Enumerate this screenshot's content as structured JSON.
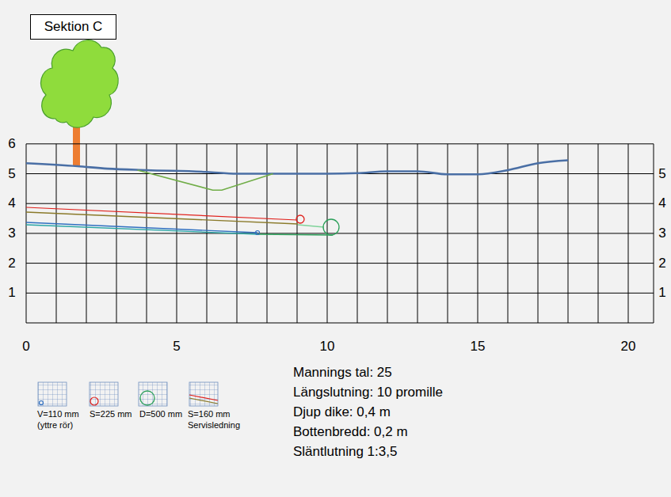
{
  "diagram": {
    "nodes": [
      {
        "text": [
          "Sektion C"
        ]
      }
    ],
    "labels": [
      "6",
      "5",
      "4",
      "3",
      "2",
      "1",
      "5",
      "4",
      "3",
      "2",
      "1",
      "0",
      "5",
      "10",
      "15",
      "20",
      "Mannings tal: 25",
      "Längslutning: 10 promille",
      "Djup dike: 0,4 m",
      "Bottenbredd: 0,2 m",
      "Släntlutning 1:3,5"
    ],
    "legend": [
      {
        "text": "V=110 mm (yttre rör)"
      },
      {
        "text": "S=225 mm"
      },
      {
        "text": "D=500 mm"
      },
      {
        "text": "S=160 mm Servisledning"
      }
    ]
  }
}
